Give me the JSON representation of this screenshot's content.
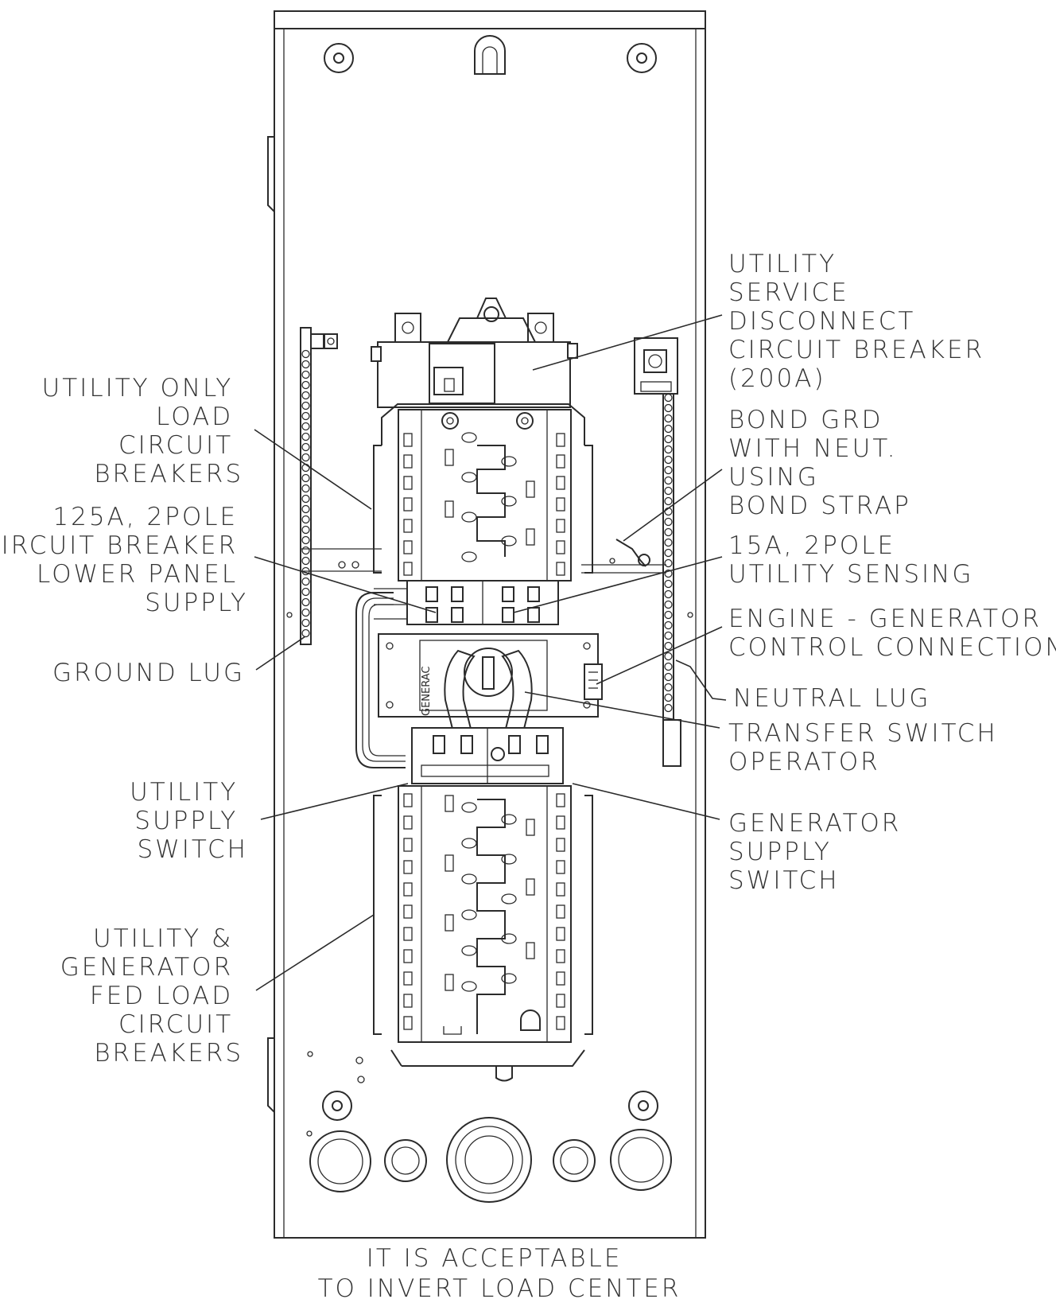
{
  "labels": {
    "utility_only_load": [
      "UTILITY ONLY",
      "LOAD",
      "CIRCUIT",
      "BREAKERS"
    ],
    "lower_panel_supply": [
      "125A, 2POLE",
      "CIRCUIT BREAKER",
      "LOWER PANEL",
      "SUPPLY"
    ],
    "ground_lug": [
      "GROUND LUG"
    ],
    "utility_supply_switch": [
      "UTILITY",
      "SUPPLY",
      "SWITCH"
    ],
    "utility_generator_fed": [
      "UTILITY &",
      "GENERATOR",
      "FED LOAD",
      "CIRCUIT",
      "BREAKERS"
    ],
    "service_disconnect": [
      "UTILITY",
      "SERVICE",
      "DISCONNECT",
      "CIRCUIT BREAKER",
      "(200A)"
    ],
    "bond_grd": [
      "BOND GRD",
      "WITH NEUT.",
      "USING",
      "BOND STRAP"
    ],
    "utility_sensing": [
      "15A, 2POLE",
      "UTILITY SENSING"
    ],
    "engine_generator": [
      "ENGINE - GENERATOR",
      "CONTROL CONNECTIONS"
    ],
    "neutral_lug": [
      "NEUTRAL LUG"
    ],
    "transfer_operator": [
      "TRANSFER SWITCH",
      "OPERATOR"
    ],
    "generator_supply_switch": [
      "GENERATOR",
      "SUPPLY",
      "SWITCH"
    ]
  },
  "brand_mark": "GENERAC",
  "footer": [
    "IT IS ACCEPTABLE",
    "TO INVERT LOAD CENTER"
  ]
}
